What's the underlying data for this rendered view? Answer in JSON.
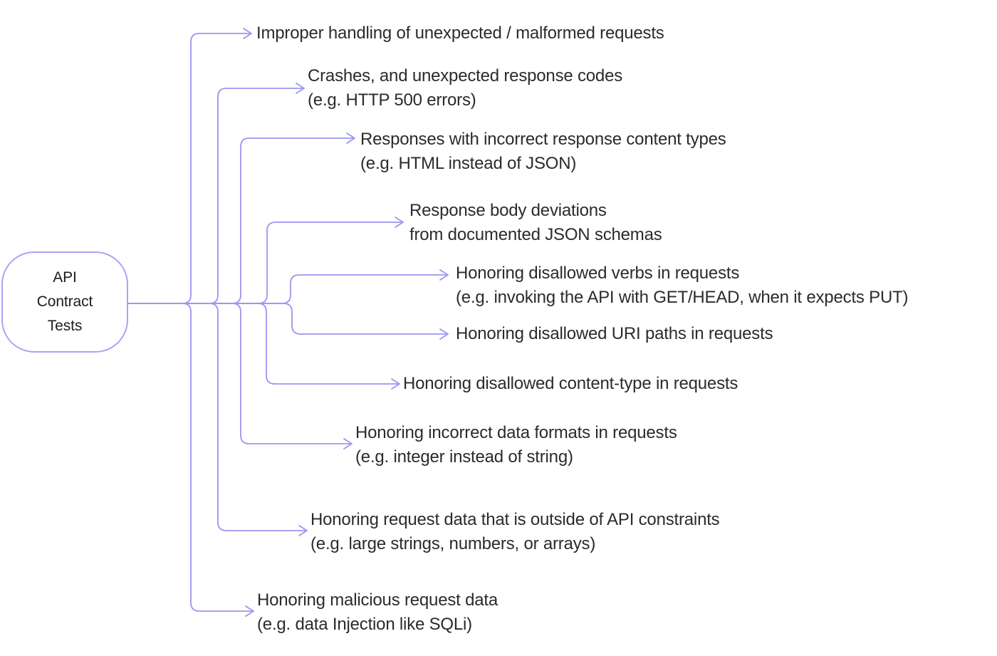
{
  "diagram": {
    "title": "API Contract Tests mind map",
    "root": {
      "label_lines": [
        "API",
        "Contract",
        "Tests"
      ]
    },
    "branches": [
      {
        "label_lines": [
          "Improper handling of unexpected / malformed requests"
        ]
      },
      {
        "label_lines": [
          "Crashes, and unexpected response codes",
          "(e.g. HTTP 500 errors)"
        ]
      },
      {
        "label_lines": [
          "Responses with incorrect response content types",
          "(e.g. HTML instead of JSON)"
        ]
      },
      {
        "label_lines": [
          "Response body deviations",
          "from documented JSON schemas"
        ]
      },
      {
        "label_lines": [
          "Honoring disallowed verbs in requests",
          "(e.g. invoking the API with GET/HEAD, when it expects PUT)"
        ]
      },
      {
        "label_lines": [
          "Honoring disallowed URI paths in requests"
        ]
      },
      {
        "label_lines": [
          "Honoring disallowed content-type in requests"
        ]
      },
      {
        "label_lines": [
          "Honoring incorrect data formats in requests",
          "(e.g. integer instead of string)"
        ]
      },
      {
        "label_lines": [
          "Honoring request data that is outside of API constraints",
          "(e.g. large strings, numbers, or arrays)"
        ]
      },
      {
        "label_lines": [
          "Honoring malicious request data",
          "(e.g. data Injection like SQLi)"
        ]
      }
    ],
    "colors": {
      "line": "#9a96f2",
      "node_border": "#a8a4f6",
      "text": "#2b2b2e",
      "node_text": "#1c1c20",
      "background": "#ffffff"
    }
  }
}
